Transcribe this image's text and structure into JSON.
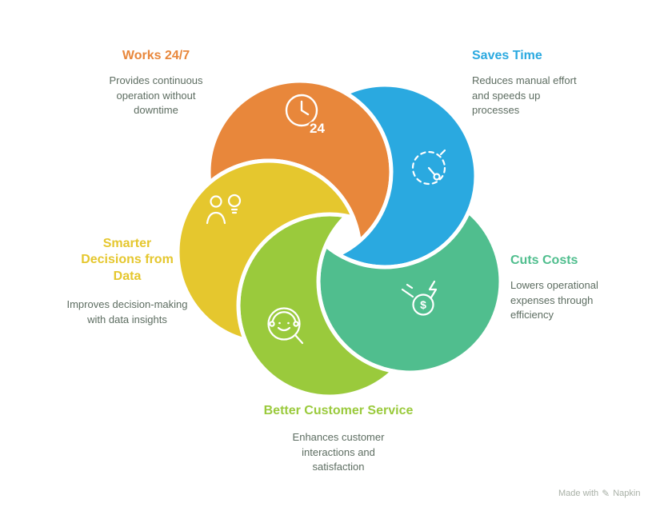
{
  "colors": {
    "orange": "#e8873b",
    "blue": "#2aa9e0",
    "green": "#50be8e",
    "lime": "#9aca3c",
    "yellow": "#e5c72e",
    "body_text": "#5d6d61",
    "watermark_text": "#a8b0a6",
    "petal_outline": "#ffffff"
  },
  "petals": {
    "works": {
      "title": "Works 24/7",
      "description": "Provides continuous operation without downtime",
      "icon": "clock-24-icon"
    },
    "saves": {
      "title": "Saves Time",
      "description": "Reduces manual effort and speeds up processes",
      "icon": "stopwatch-icon"
    },
    "costs": {
      "title": "Cuts Costs",
      "description": "Lowers operational expenses through efficiency",
      "icon": "cost-dollar-icon"
    },
    "service": {
      "title": "Better Customer Service",
      "description": "Enhances customer interactions and satisfaction",
      "icon": "customer-support-icon"
    },
    "data": {
      "title": "Smarter Decisions from Data",
      "description": "Improves decision-making with data insights",
      "icon": "person-idea-icon"
    }
  },
  "icons": {
    "clock_label": "24",
    "dollar_label": "$"
  },
  "watermark": {
    "prefix": "Made with",
    "brand": "Napkin"
  }
}
